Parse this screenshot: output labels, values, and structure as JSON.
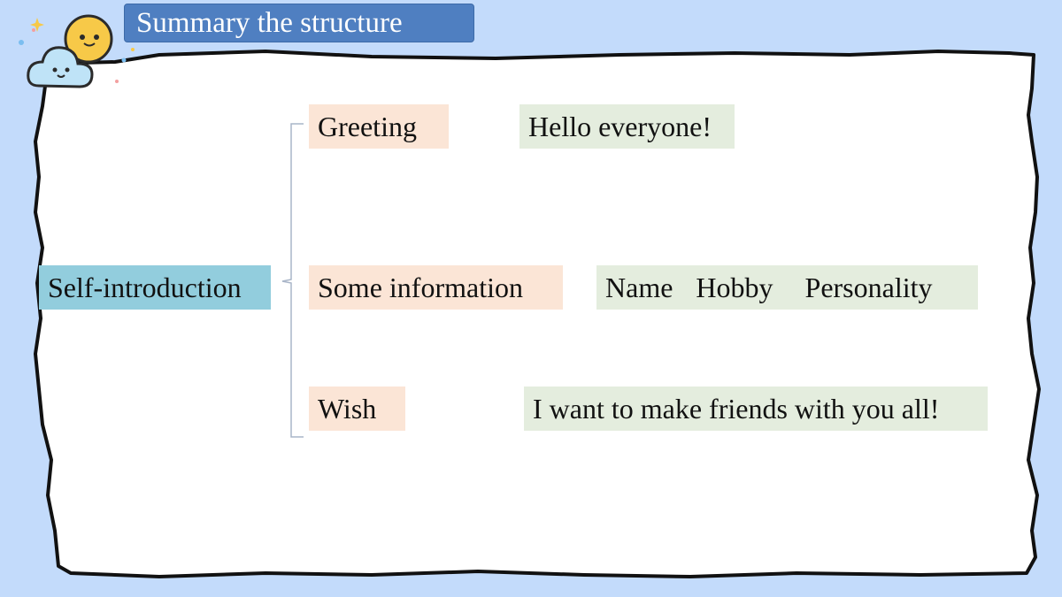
{
  "title": "Summary the structure",
  "root": "Self-introduction",
  "rows": [
    {
      "category": "Greeting",
      "detail": "Hello everyone!"
    },
    {
      "category": "Some information",
      "details": [
        "Name",
        "Hobby",
        "Personality"
      ]
    },
    {
      "category": "Wish",
      "detail": "I want to make friends with you all!"
    }
  ],
  "colors": {
    "background": "#c3dbfb",
    "title_bar": "#4f7fc1",
    "root_box": "#92cddd",
    "category_box": "#fbe5d6",
    "detail_box": "#e4edde"
  }
}
